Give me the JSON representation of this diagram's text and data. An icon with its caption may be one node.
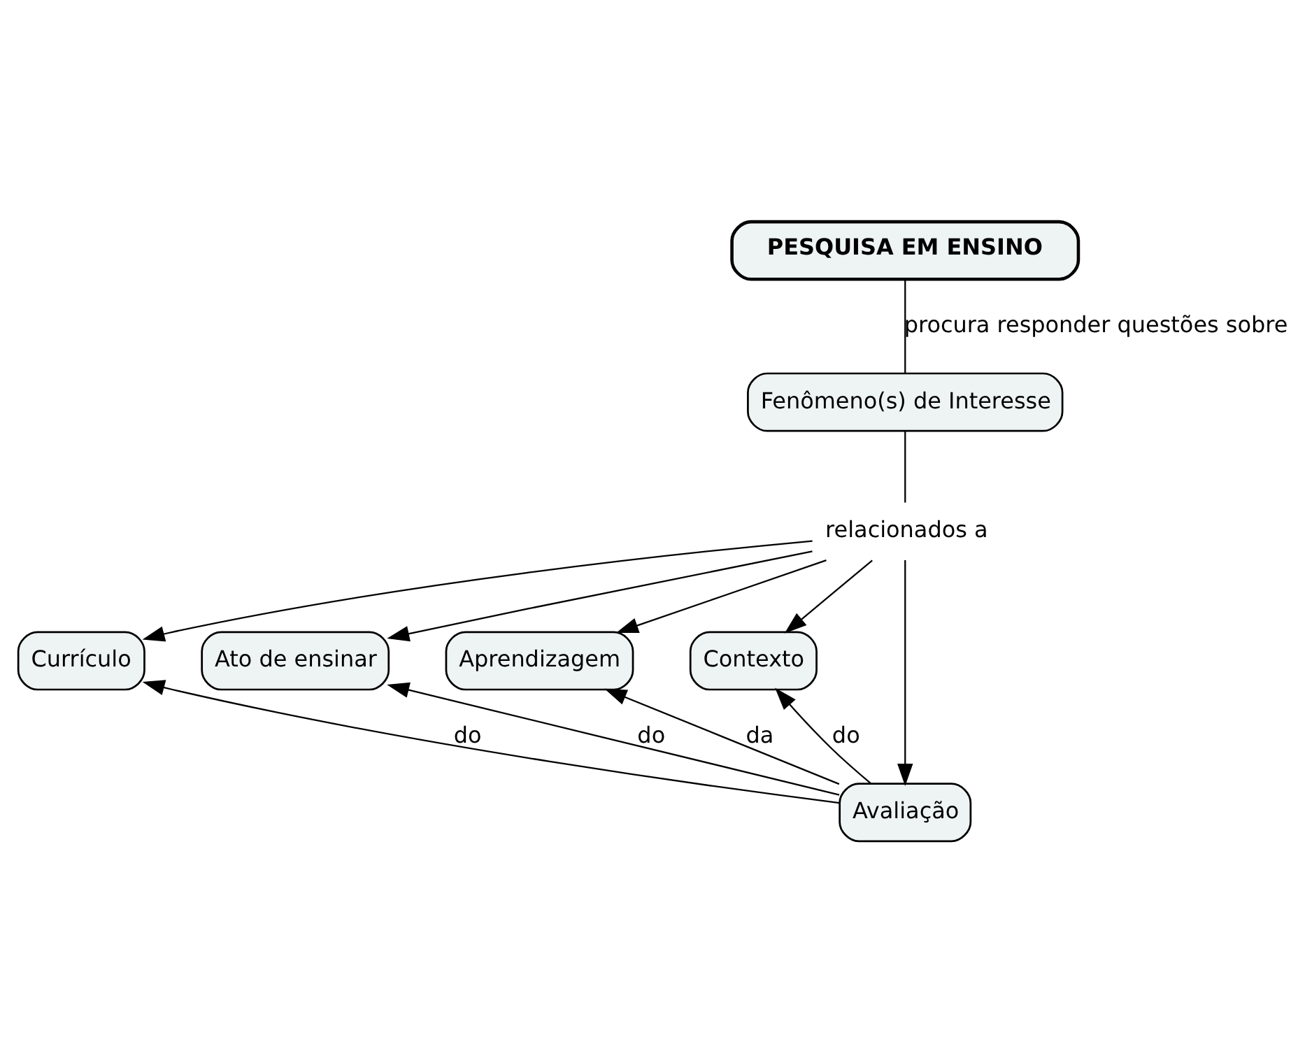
{
  "diagram": {
    "nodes": [
      {
        "text": [
          "PESQUISA EM ENSINO"
        ]
      },
      {
        "text": [
          "Fenômeno(s) de Interesse"
        ]
      },
      {
        "text": [
          "relacionados a"
        ]
      },
      {
        "text": [
          "Currículo"
        ]
      },
      {
        "text": [
          "Ato de ensinar"
        ]
      },
      {
        "text": [
          "Aprendizagem"
        ]
      },
      {
        "text": [
          "Contexto"
        ]
      },
      {
        "text": [
          "Avaliação"
        ]
      }
    ],
    "edges": [
      {
        "from": 0,
        "to": 1,
        "arrow": "none",
        "label": "procura responder questões sobre"
      },
      {
        "from": 1,
        "to": 2,
        "arrow": "none"
      },
      {
        "from": 2,
        "to": 3,
        "arrow": "to"
      },
      {
        "from": 2,
        "to": 4,
        "arrow": "to"
      },
      {
        "from": 2,
        "to": 5,
        "arrow": "to"
      },
      {
        "from": 2,
        "to": 6,
        "arrow": "to"
      },
      {
        "from": 2,
        "to": 7,
        "arrow": "to"
      },
      {
        "from": 7,
        "to": 3,
        "arrow": "to",
        "label": "do"
      },
      {
        "from": 7,
        "to": 4,
        "arrow": "to",
        "label": "do"
      },
      {
        "from": 7,
        "to": 5,
        "arrow": "to",
        "label": "da"
      },
      {
        "from": 7,
        "to": 6,
        "arrow": "to",
        "label": "do"
      }
    ]
  }
}
